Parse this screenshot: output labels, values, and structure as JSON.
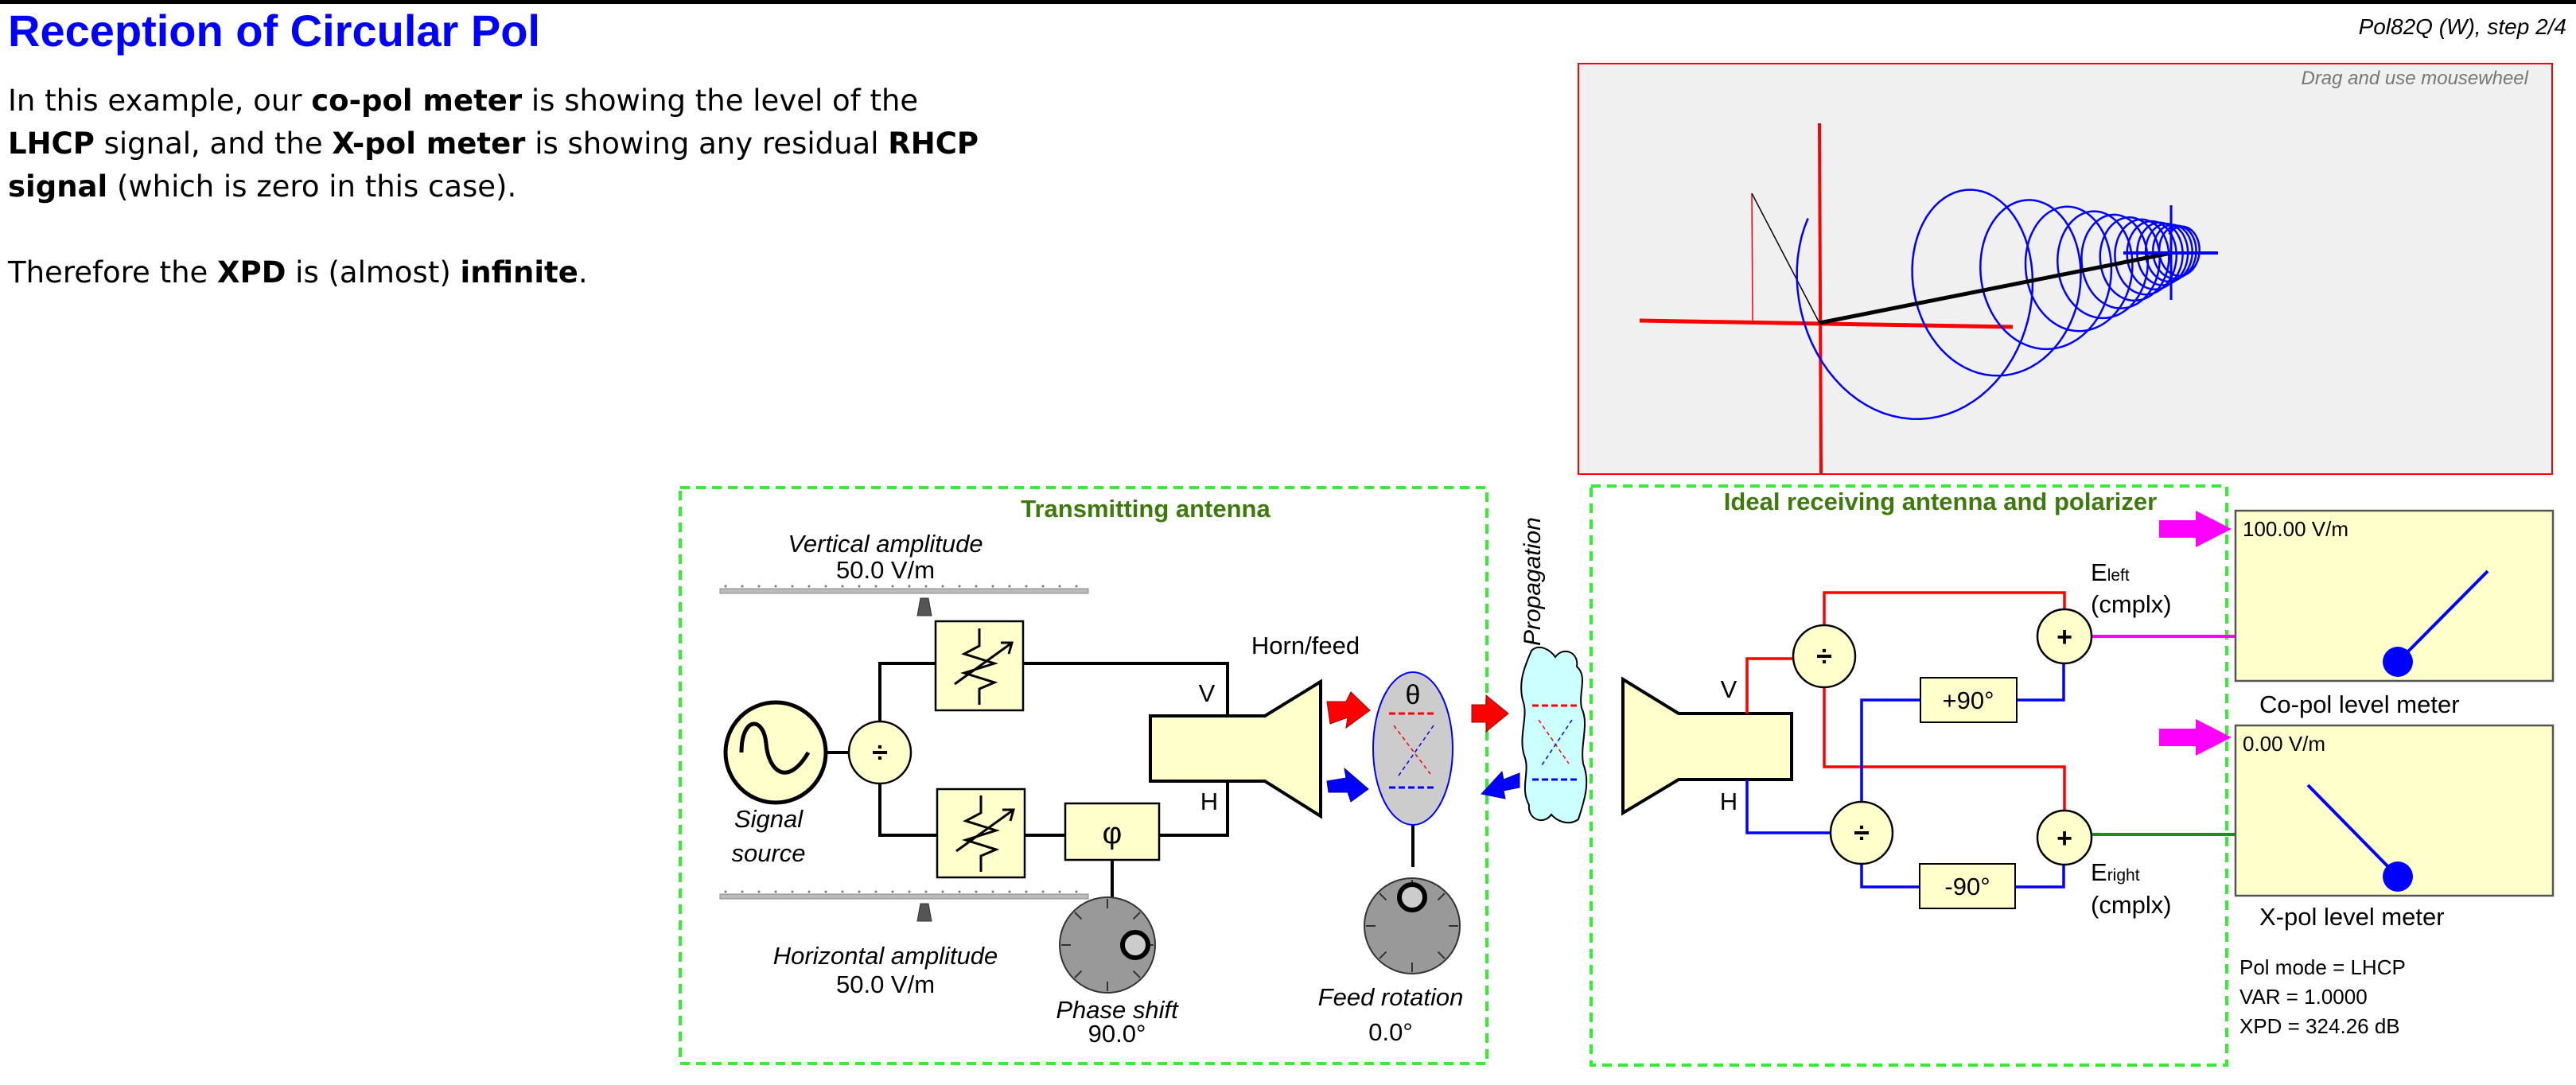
{
  "header": {
    "title": "Reception of Circular Pol",
    "step_label": "Pol82Q (W), step 2/4"
  },
  "explanation": {
    "line1": [
      {
        "text": "In this example, our ",
        "bold": false
      },
      {
        "text": "co-pol meter",
        "bold": true
      },
      {
        "text": " is showing the level of the",
        "bold": false
      }
    ],
    "line2": [
      {
        "text": "LHCP",
        "bold": true
      },
      {
        "text": " signal, and the ",
        "bold": false
      },
      {
        "text": "X-pol meter",
        "bold": true
      },
      {
        "text": " is showing any residual ",
        "bold": false
      },
      {
        "text": "RHCP",
        "bold": true
      }
    ],
    "line3": [
      {
        "text": "signal",
        "bold": true
      },
      {
        "text": " (which is zero in this case).",
        "bold": false
      }
    ],
    "line4": [
      {
        "text": "Therefore the ",
        "bold": false
      },
      {
        "text": "XPD",
        "bold": true
      },
      {
        "text": " is (almost) ",
        "bold": false
      },
      {
        "text": "infinite",
        "bold": true
      },
      {
        "text": ".",
        "bold": false
      }
    ]
  },
  "view3d": {
    "hint": "Drag and use mousewheel",
    "background": "#f0f0f0",
    "border_color": "#ff0000",
    "helix_color": "#0000ff",
    "axis_color": "#ff0000",
    "helix_turns": 13
  },
  "transmitter": {
    "title": "Transmitting antenna",
    "vertical_amplitude": {
      "label": "Vertical amplitude",
      "value": "50.0 V/m"
    },
    "horizontal_amplitude": {
      "label": "Horizontal amplitude",
      "value": "50.0 V/m"
    },
    "signal_source": {
      "line1": "Signal",
      "line2": "source"
    },
    "divider_symbol": "÷",
    "phase_symbol": "φ",
    "horn_label": "Horn/feed",
    "v_label": "V",
    "h_label": "H",
    "theta_symbol": "θ",
    "phase_shift": {
      "label": "Phase shift",
      "value": "90.0°"
    },
    "feed_rotation": {
      "label": "Feed rotation",
      "value": "0.0°"
    }
  },
  "propagation": {
    "label": "Propagation"
  },
  "receiver": {
    "title": "Ideal receiving antenna and polarizer",
    "v_label": "V",
    "h_label": "H",
    "divider_symbol": "÷",
    "adder_symbol": "+",
    "plus90": "+90°",
    "minus90": "-90°",
    "e_left": {
      "main": "E",
      "sub": "left",
      "note": "(cmplx)"
    },
    "e_right": {
      "main": "E",
      "sub": "right",
      "note": "(cmplx)"
    }
  },
  "meters": {
    "copol": {
      "reading": "100.00 V/m",
      "label": "Co-pol level meter",
      "level_fraction": 1.0
    },
    "xpol": {
      "reading": "0.00 V/m",
      "label": "X-pol level meter",
      "level_fraction": 0.0
    }
  },
  "status": {
    "pol_mode": "Pol mode = LHCP",
    "var": "VAR = 1.0000",
    "xpd": "XPD = 324.26 dB"
  },
  "colors": {
    "title_blue": "#0000ff",
    "box_green": "#33ee33",
    "label_green": "#3d7a0c",
    "component_fill": "#ffffcc",
    "v_signal": "#ff0000",
    "h_signal": "#0000ff",
    "copol_line": "#ff00ff",
    "xpol_line": "#228b22",
    "cloud": "#ccffff"
  }
}
